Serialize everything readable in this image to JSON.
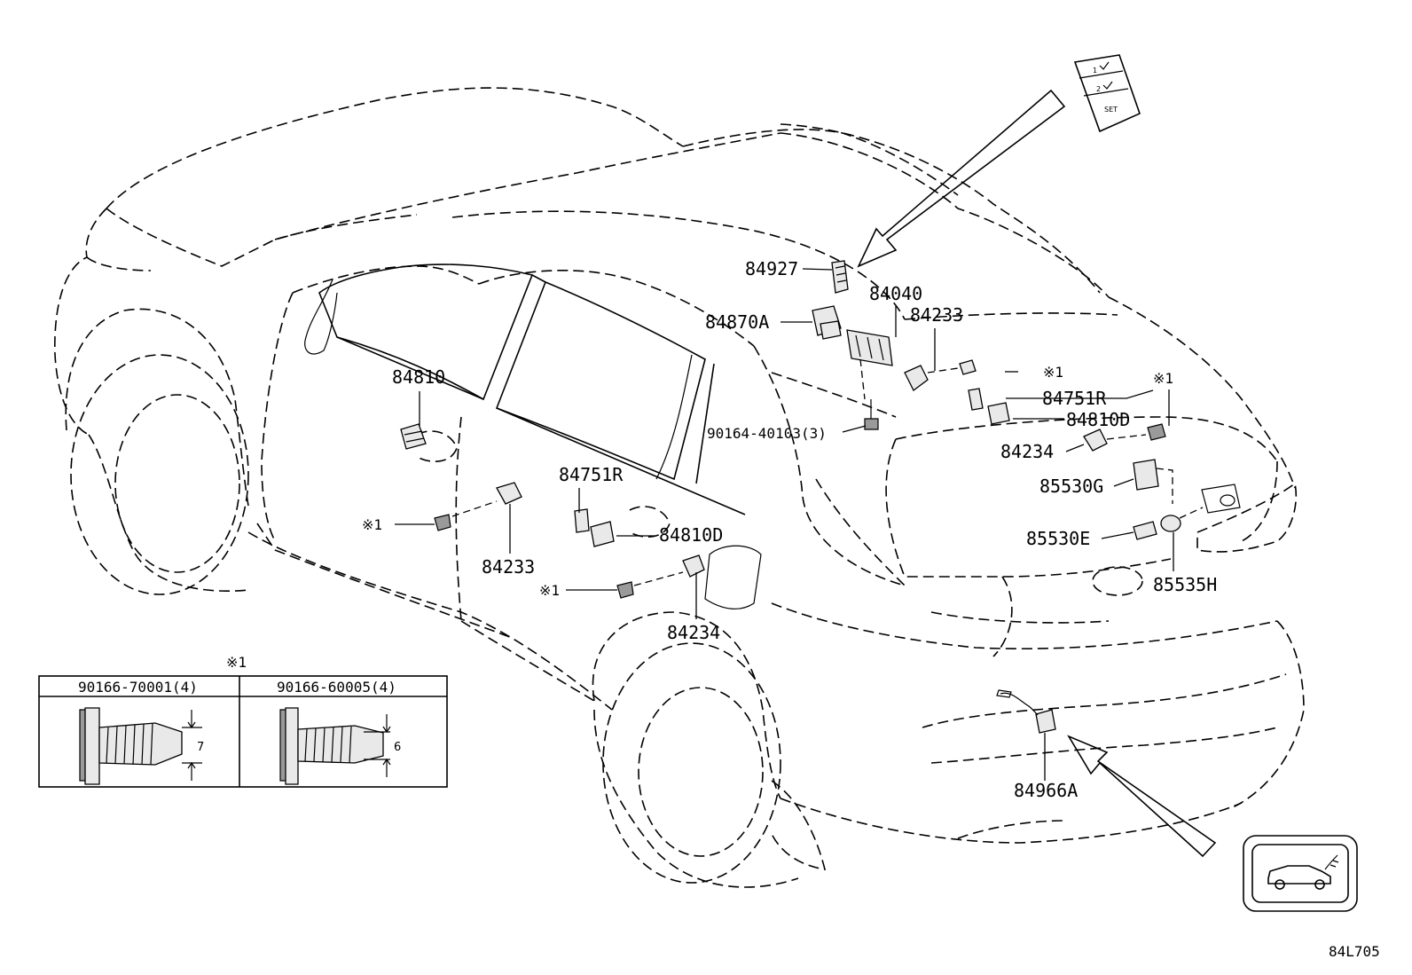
{
  "labels": {
    "p84927": "84927",
    "p84040": "84040",
    "p84870A": "84870A",
    "p84233_top": "84233",
    "p84810": "84810",
    "p84751R_right": "84751R",
    "p84810D_right": "84810D",
    "p90164": "90164-40103(3)",
    "p84234_right": "84234",
    "p85530G": "85530G",
    "p85530E": "85530E",
    "p85535H": "85535H",
    "p84751R_door": "84751R",
    "p84810D_door": "84810D",
    "p84233_door": "84233",
    "p84234_door": "84234",
    "p84966A": "84966A",
    "ref1_a": "※1",
    "ref1_b": "※1",
    "ref1_c": "※1",
    "ref1_d": "※1"
  },
  "switch_panel": {
    "btn1": "1",
    "btn2": "2",
    "btn_set": "SET"
  },
  "legend": {
    "ref": "※1",
    "col1_part": "90166-70001(4)",
    "col2_part": "90166-60005(4)",
    "col1_dim": "7",
    "col2_dim": "6"
  },
  "diagram_code": "84L705",
  "icons": {
    "vehicle_power_door": "power-back-door-icon"
  }
}
